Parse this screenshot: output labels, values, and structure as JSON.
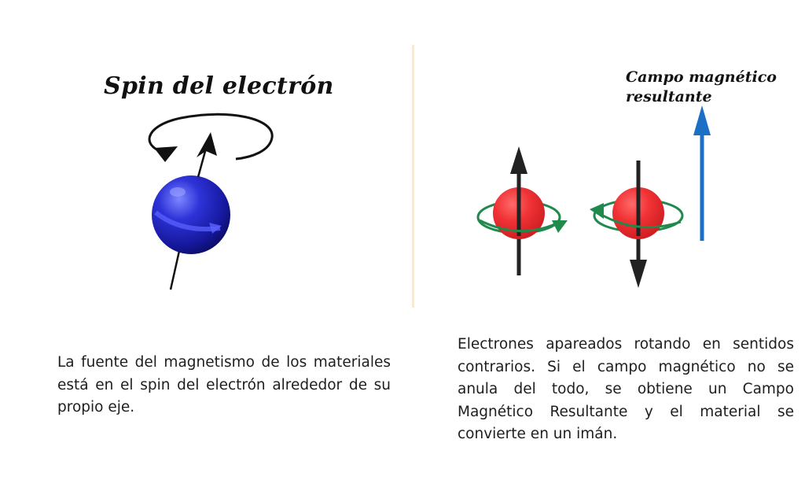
{
  "left_panel": {
    "title": "Spin del electrón",
    "caption": "La fuente del magnetismo de los materiales está en el spin del electrón alrededor de su propio eje."
  },
  "right_panel": {
    "title_line1": "Campo magnético",
    "title_line2": "resultante",
    "caption": "Electrones apareados rotando en sentidos contrarios. Si el campo magnético no se anula del todo, se obtiene un Campo Magnético Resultante y el material se convierte en un imán."
  },
  "colors": {
    "electron_blue": "#2a2fd0",
    "electron_red": "#f03235",
    "rotation_arrow": "#1f8a4c",
    "field_arrow": "#1b6fc4",
    "divider": "#f6ebd4"
  }
}
